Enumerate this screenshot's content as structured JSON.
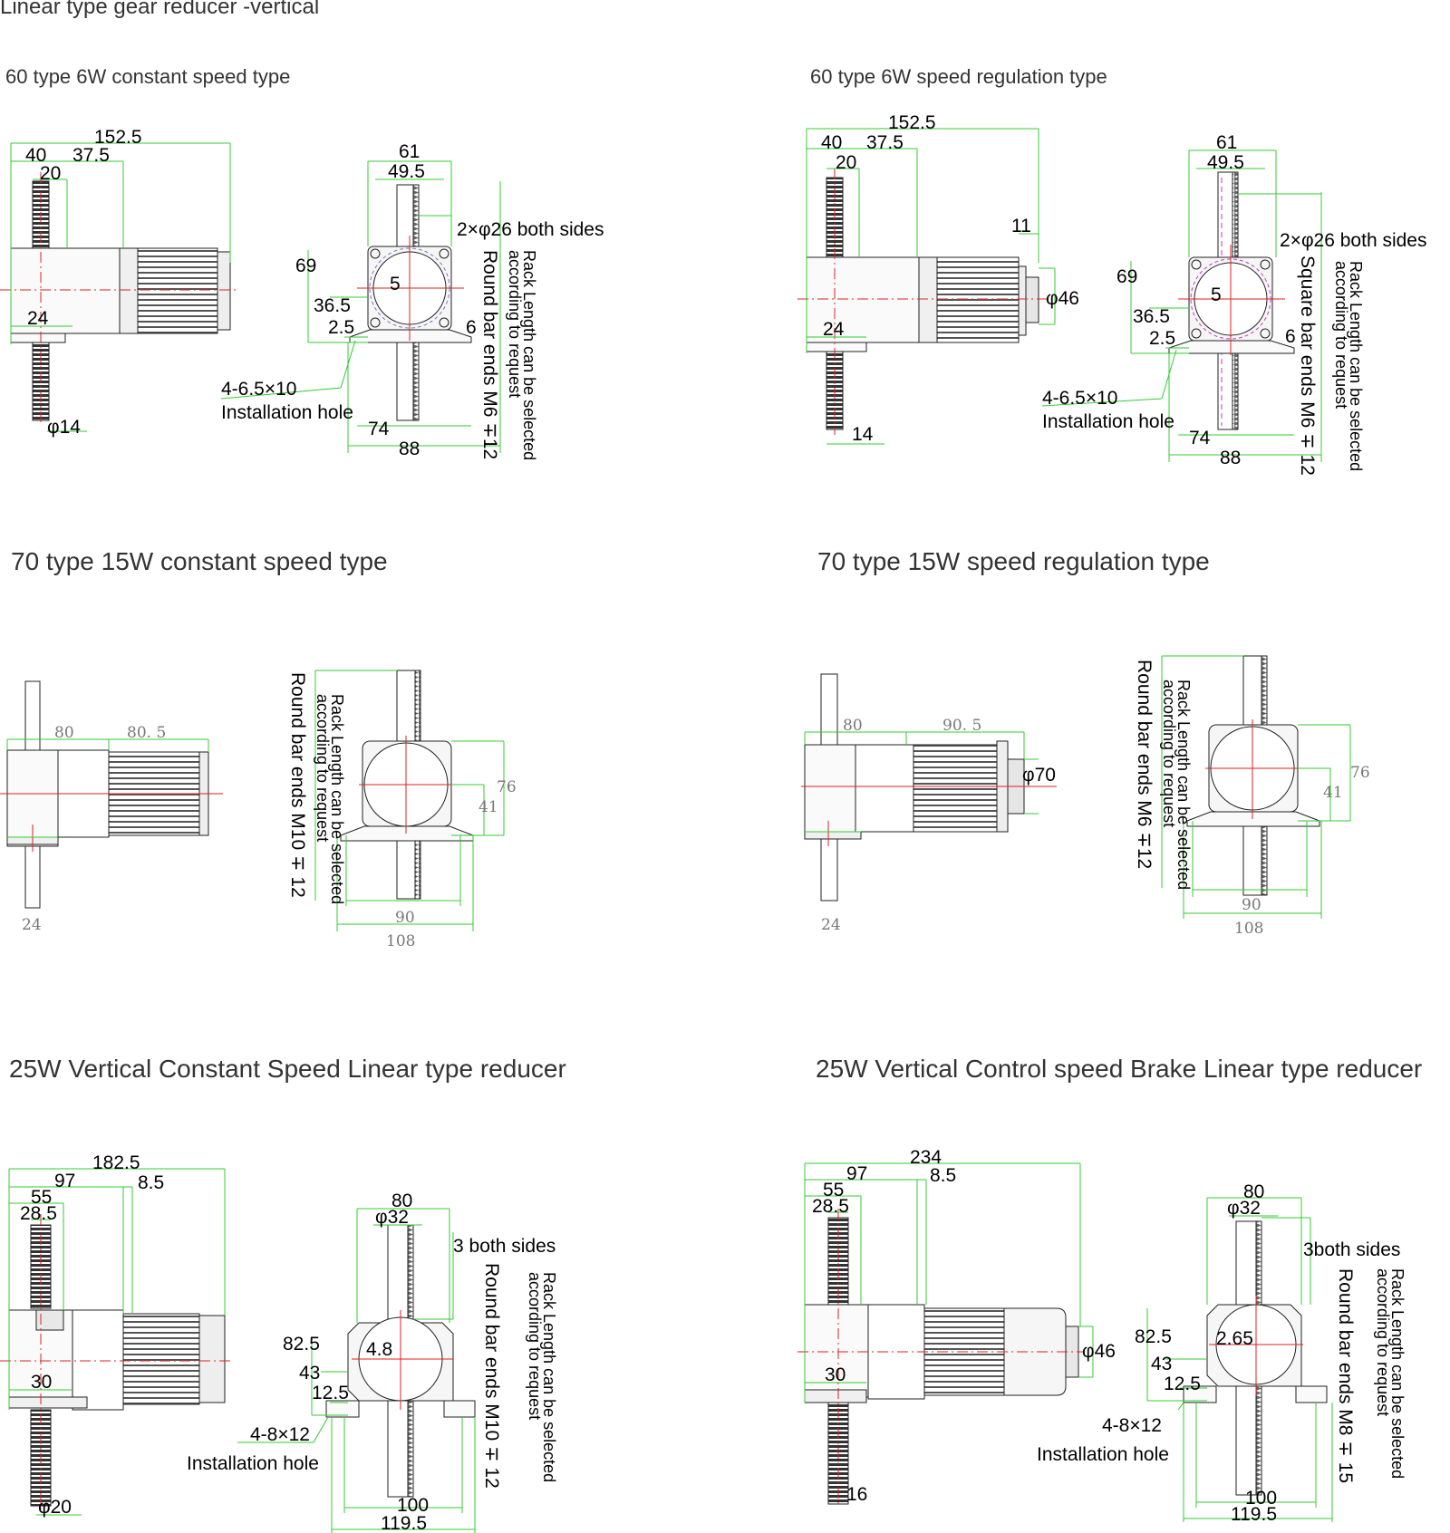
{
  "page": {
    "title": "Linear type gear reducer -vertical"
  },
  "sections": [
    {
      "title": "60 type 6W constant speed type",
      "side_dims": {
        "total": "152.5",
        "a": "40",
        "b": "37.5",
        "c": "20",
        "d": "24",
        "shaft": "φ14"
      },
      "front_dims": {
        "w1": "61",
        "w2": "49.5",
        "h": "69",
        "h2": "36.5",
        "t": "2.5",
        "c": "5",
        "e": "6",
        "b1": "74",
        "b2": "88"
      },
      "notes": {
        "hole": "4-6.5×10",
        "hole_label": "Installation hole",
        "sides": "2×φ26 both sides",
        "bar_ends": "Round  bar ends M6 ∓12",
        "rack_note_1": "Rack Length can be selected",
        "rack_note_2": "according to request"
      }
    },
    {
      "title": "60 type 6W speed regulation type",
      "side_dims": {
        "total": "152.5",
        "a": "40",
        "b": "37.5",
        "c": "20",
        "d": "24",
        "shaft": "14",
        "r": "11",
        "dia": "φ46"
      },
      "front_dims": {
        "w1": "61",
        "w2": "49.5",
        "h": "69",
        "h2": "36.5",
        "t": "2.5",
        "c": "5",
        "e": "6",
        "b1": "74",
        "b2": "88"
      },
      "notes": {
        "hole": "4-6.5×10",
        "hole_label": "Installation hole",
        "sides": "2×φ26 both sides",
        "bar_ends": "Square  bar ends M6 ∓ 12",
        "rack_note_1": "Rack Length can be selected",
        "rack_note_2": "according to request"
      }
    },
    {
      "title": "70 type 15W constant speed type",
      "side_dims": {
        "a": "80",
        "b": "80. 5",
        "d": "24"
      },
      "front_dims": {
        "h": "76",
        "h2": "41",
        "b1": "90",
        "b2": "108"
      },
      "notes": {
        "bar_ends": "Round  bar ends M10 ∓ 12",
        "rack_note_1": "Rack Length can be selected",
        "rack_note_2": "according to request"
      }
    },
    {
      "title": "70 type 15W speed regulation type",
      "side_dims": {
        "a": "80",
        "b": "90. 5",
        "d": "24",
        "dia": "φ70"
      },
      "front_dims": {
        "h": "76",
        "h2": "41",
        "b1": "90",
        "b2": "108"
      },
      "notes": {
        "bar_ends": "Round  bar ends M6 ∓12",
        "rack_note_1": "Rack Length can be selected",
        "rack_note_2": "according to request"
      }
    },
    {
      "title": "25W Vertical Constant Speed Linear type reducer",
      "side_dims": {
        "total": "182.5",
        "a": "97",
        "b": "8.5",
        "c": "55",
        "c2": "28.5",
        "d": "30",
        "shaft": "φ20"
      },
      "front_dims": {
        "w1": "80",
        "w2": "φ32",
        "h": "82.5",
        "h2": "43",
        "t": "12.5",
        "c": "4.8",
        "b1": "100",
        "b2": "119.5"
      },
      "notes": {
        "hole": "4-8×12",
        "hole_label": "Installation hole",
        "sides": "3  both sides",
        "bar_ends": "Round  bar ends M10 ∓ 12",
        "rack_note_1": "Rack Length can be selected",
        "rack_note_2": "according to request"
      }
    },
    {
      "title": "25W Vertical Control speed Brake Linear type reducer",
      "side_dims": {
        "total": "234",
        "a": "97",
        "b": "8.5",
        "c": "55",
        "c2": "28.5",
        "d": "30",
        "shaft": "16",
        "dia": "φ46"
      },
      "front_dims": {
        "w1": "80",
        "w2": "φ32",
        "h": "82.5",
        "h2": "43",
        "t": "12.5",
        "c": "2.65",
        "b1": "100",
        "b2": "119.5"
      },
      "notes": {
        "hole": "4-8×12",
        "hole_label": "Installation hole",
        "sides": "3both sides",
        "bar_ends": "Round  bar ends M8 ∓ 15",
        "rack_note_1": "Rack Length can be selected",
        "rack_note_2": "according to request"
      }
    }
  ],
  "colors": {
    "dimension": "#33cc33",
    "outline": "#222222",
    "center": "#dd2222",
    "fill": "#f4f4f4",
    "magenta": "#cc33cc"
  }
}
